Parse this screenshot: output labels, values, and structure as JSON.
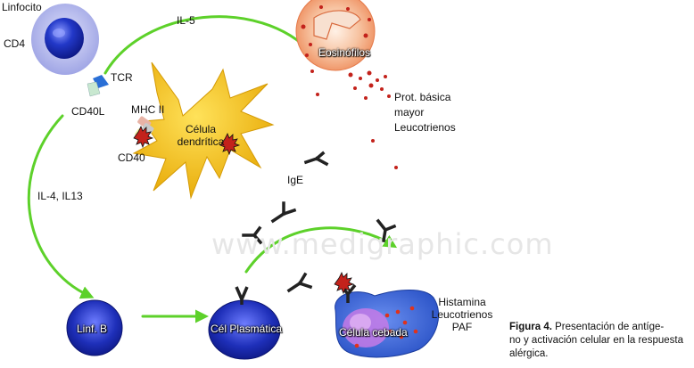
{
  "labels": {
    "linfocito": "Linfocito",
    "cd4": "CD4",
    "tcr": "TCR",
    "cd40l": "CD40L",
    "il5": "IL-5",
    "eosinofilos": "Eosinófilos",
    "mhc2": "MHC II",
    "cd40": "CD40",
    "celula_dendritica_1": "Célula",
    "celula_dendritica_2": "dendrítica",
    "prot_1": "Prot.  básica",
    "prot_2": "mayor",
    "prot_3": "Leucotrienos",
    "ige": "IgE",
    "il4": "IL-4, IL13",
    "linf_b": "Linf. B",
    "cel_plasmatica": "Cél Plasmática",
    "celula_cebada": "Célula cebada",
    "mediators_1": "Histamina",
    "mediators_2": "Leucotrienos",
    "mediators_3": "PAF"
  },
  "caption": {
    "figure": "Figura 4.",
    "text_1": " Presentación de antíge-",
    "text_2": "no y activación celular en la respuesta",
    "text_3": "alérgica."
  },
  "watermark": "www.medigraphic.com",
  "colors": {
    "arrow": "#5dd12a",
    "lymph_outer": "#b9bdf0",
    "lymph_nucleus": "#1b2db8",
    "dendritic": "#f2c013",
    "eosinophil": "#f2a27a",
    "granule": "#c3221b",
    "mast": "#3c6ad6",
    "mast_inner": "#c57ae6"
  },
  "icons": [
    "antibody-icon",
    "receptor-icon",
    "granule-icon"
  ]
}
